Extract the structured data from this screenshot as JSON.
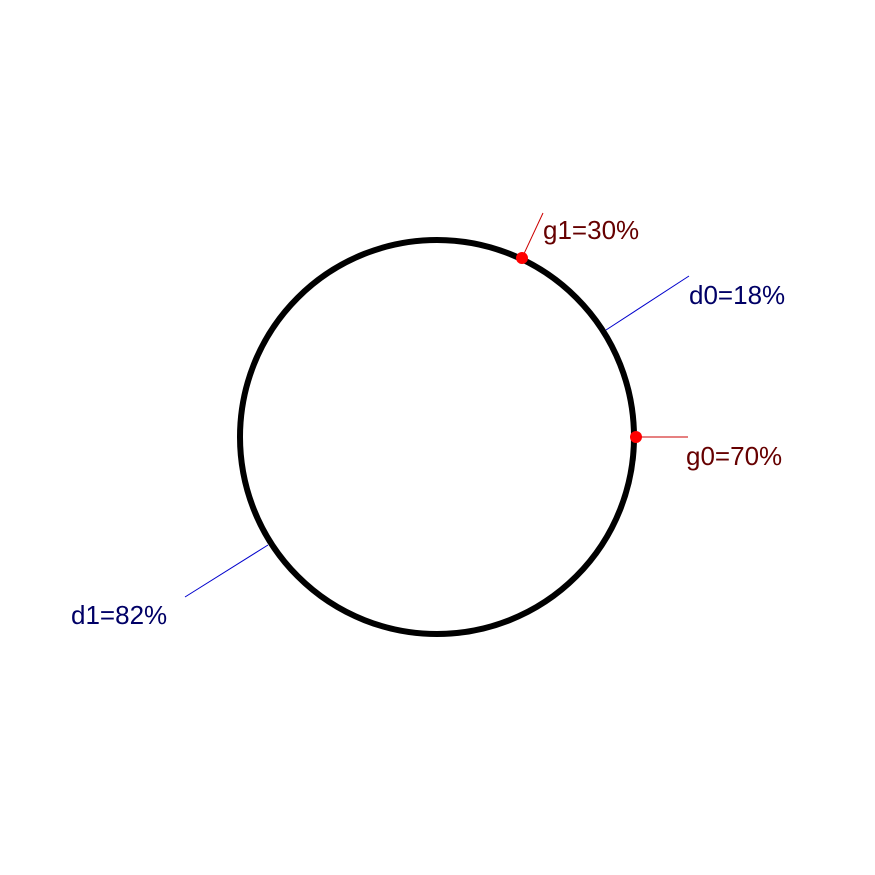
{
  "colors": {
    "circle": "#000000",
    "g_marker": "#ff0000",
    "g_line": "#cc0000",
    "g_label": "#660000",
    "d_line": "#0000cc",
    "d_label": "#000066"
  },
  "labels": {
    "g1": "g1=30%",
    "d0": "d0=18%",
    "g0": "g0=70%",
    "d1": "d1=82%"
  }
}
